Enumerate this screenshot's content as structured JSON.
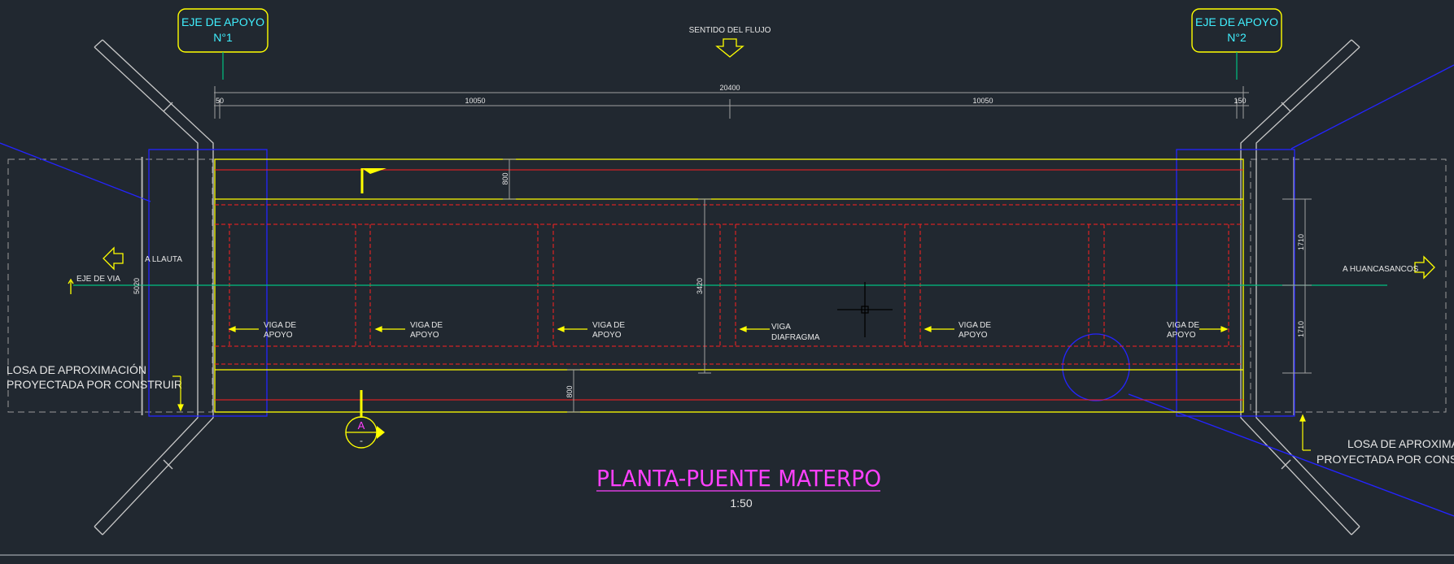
{
  "drawing": {
    "title": "PLANTA-PUENTE MATERPO",
    "scale": "1:50",
    "flow_label": "SENTIDO DEL FLUJO",
    "support_axis_1": {
      "line1": "EJE DE APOYO",
      "line2": "N°1"
    },
    "support_axis_2": {
      "line1": "EJE DE APOYO",
      "line2": "N°2"
    },
    "road_axis_label": "EJE DE VIA",
    "direction_left": "A LLAUTA",
    "direction_right": "A HUANCASANCOS",
    "approach_slab_left": {
      "line1": "LOSA DE APROXIMACIÓN",
      "line2": "PROYECTADA POR CONSTRUIR"
    },
    "approach_slab_right": {
      "line1": "LOSA DE APROXIMAC",
      "line2": "PROYECTADA POR CONSTI"
    },
    "section_marker": {
      "letter": "A",
      "sub": "-"
    },
    "beam_labels": {
      "support_1": "VIGA DE",
      "support_2": "APOYO",
      "diaphragm_1": "VIGA",
      "diaphragm_2": "DIAFRAGMA"
    },
    "dimensions": {
      "total": "20400",
      "left_end": "50",
      "span_left": "10050",
      "span_right": "10050",
      "right_end": "150",
      "top_strip": "800",
      "bottom_strip": "800",
      "center_width": "3420",
      "left_width": "5020",
      "right_upper": "1710",
      "right_lower": "1710"
    }
  },
  "colors": {
    "background": "#212830",
    "outline_yellow": "#ffff00",
    "beam_red": "#ff2020",
    "axis_green": "#00c080",
    "structure_blue": "#2424ff",
    "text_cyan": "#40f0ff",
    "title_magenta": "#ff40ff",
    "frame_gray": "#c8c8c8",
    "dim_gray": "#a0a0a0"
  }
}
